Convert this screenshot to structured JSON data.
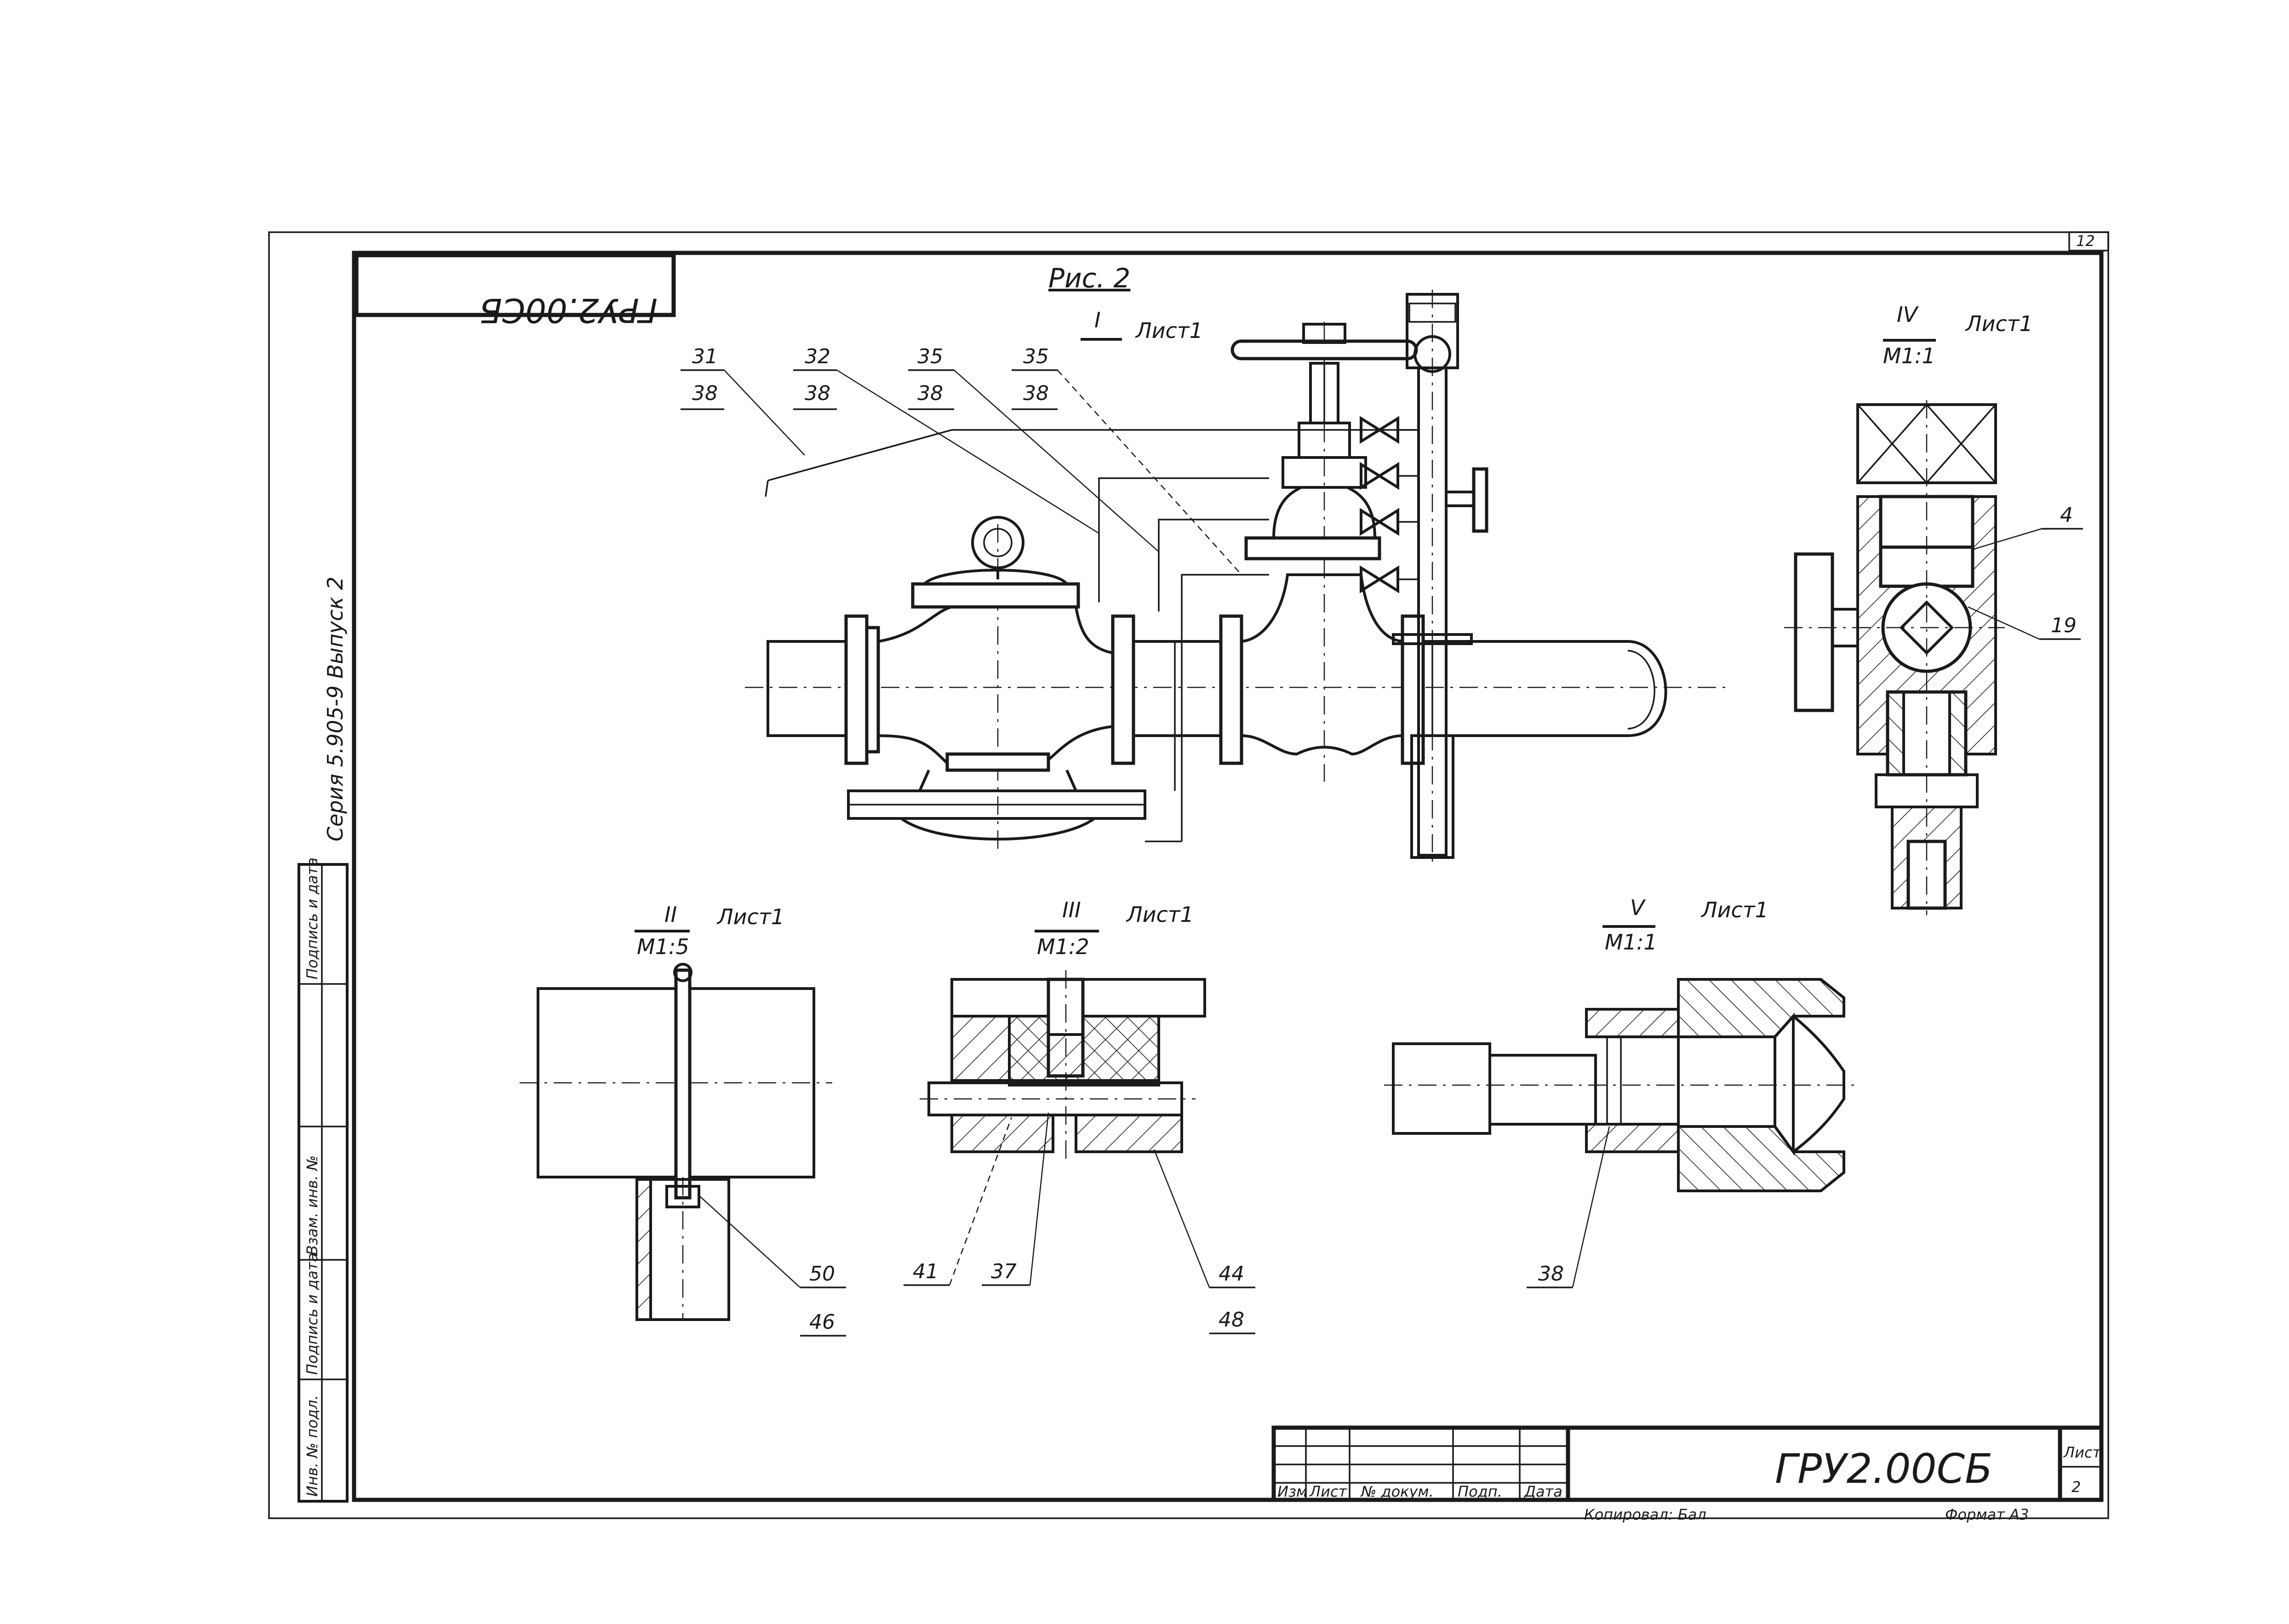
{
  "drawing": {
    "designation": "ГРУ2.00СБ",
    "designation_top": "ГРУ2.00СБ",
    "series_note": "Серия 5.905-9 Выпуск 2",
    "figure_title": "Рис. 2",
    "page_number_corner": "12",
    "sheet_number": "2",
    "sheet_label": "Лист",
    "copied_label": "Копировал: Бал",
    "format_label": "Формат А3"
  },
  "views": {
    "I": {
      "numeral": "I",
      "sheet": "Лист1",
      "scale": ""
    },
    "II": {
      "numeral": "II",
      "sheet": "Лист1",
      "scale": "М1:5"
    },
    "III": {
      "numeral": "III",
      "sheet": "Лист1",
      "scale": "М1:2"
    },
    "IV": {
      "numeral": "IV",
      "sheet": "Лист1",
      "scale": "М1:1"
    },
    "V": {
      "numeral": "V",
      "sheet": "Лист1",
      "scale": "М1:1"
    }
  },
  "callouts": {
    "c31": {
      "top": "31",
      "bottom": "38"
    },
    "c32": {
      "top": "32",
      "bottom": "38"
    },
    "c35a": {
      "top": "35",
      "bottom": "38"
    },
    "c35b": {
      "top": "35",
      "bottom": "38"
    },
    "c4": "4",
    "c19": "19",
    "c50": {
      "top": "50",
      "bottom": "46"
    },
    "c41": "41",
    "c37": "37",
    "c44": {
      "top": "44",
      "bottom": "48"
    },
    "c38": "38"
  },
  "title_block_headers": [
    "Изм",
    "Лист",
    "№ докум.",
    "Подп.",
    "Дата"
  ],
  "left_margin_labels": [
    "Инв. № подл.",
    "Подпись и дата",
    "Взам. инв. №",
    "Подпись и дата"
  ],
  "colors": {
    "ink": "#1a1a1a",
    "paper": "#ffffff"
  }
}
